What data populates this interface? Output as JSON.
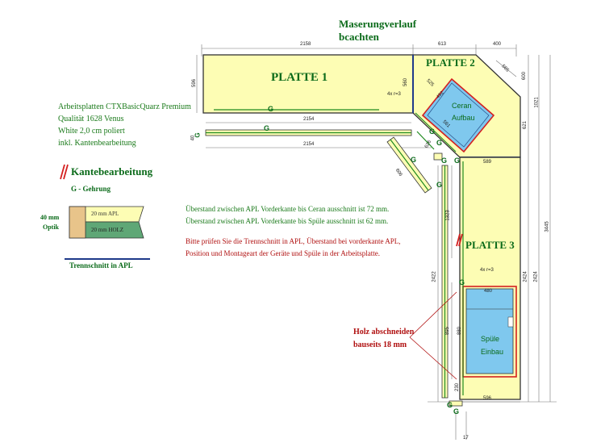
{
  "header": {
    "line1": "Maserungverlauf",
    "line2": "bcachten"
  },
  "plates": {
    "p1": "PLATTE 1",
    "p2": "PLATTE 2",
    "p3": "PLATTE 3"
  },
  "cutouts": {
    "ceran_1": "Ceran",
    "ceran_2": "Aufbau",
    "sink_1": "Spüle",
    "sink_2": "Einbau"
  },
  "info": {
    "l1": "Arbeitsplatten CTXBasicQuarz Premium",
    "l2": "Qualität 1628 Venus",
    "l3": "White 2,0 cm poliert",
    "l4": "inkl. Kantenbearbeitung"
  },
  "legend": {
    "edge": "Kantebearbeitung",
    "miter": "G - Gehrung",
    "optik_1": "40 mm",
    "optik_2": "Optik",
    "apl": "20 mm APL",
    "holz": "20 mm HOLZ",
    "cut": "Trennschnitt in APL"
  },
  "notes": {
    "n1": "Überstand zwischen APL Vorderkante bis Ceran ausschnitt ist 72 mm.",
    "n2": "Überstand zwischen APL Vorderkante bis Spüle ausschnitt ist 62 mm.",
    "n3": "Bitte prüfen Sie die Trennschnitt in APL, Überstand bei vorderkante APL,",
    "n4": "Position und Montageart der Geräte und Spüle in der Arbeitsplatte."
  },
  "holz": {
    "l1": "Holz abschneiden",
    "l2": "bauseits 18 mm"
  },
  "g": "G",
  "dims": {
    "d2158": "2158",
    "d613": "613",
    "d400": "400",
    "d565": "565",
    "d596a": "596",
    "d560": "560",
    "d2154a": "2154",
    "d2154b": "2154",
    "d4xr3a": "4x r=3",
    "d525": "525",
    "d492": "492",
    "d561": "561",
    "d606": "606",
    "d600": "600",
    "d626": "626",
    "d589": "589",
    "d1021": "1021",
    "d621": "621",
    "d3445": "3445",
    "d1323": "1323",
    "d2422": "2422",
    "d2424a": "2424",
    "d2424b": "2424",
    "d4xr3b": "4x r=3",
    "d480": "480",
    "d895": "895",
    "d880": "880",
    "d230": "230",
    "d596b": "596",
    "d40": "40",
    "d17": "17"
  },
  "colors": {
    "plate": "#fdfdb4",
    "sink": "#7fc8ee",
    "edge": "#d42020",
    "miter": "#1f8a1f",
    "line": "#555555"
  }
}
